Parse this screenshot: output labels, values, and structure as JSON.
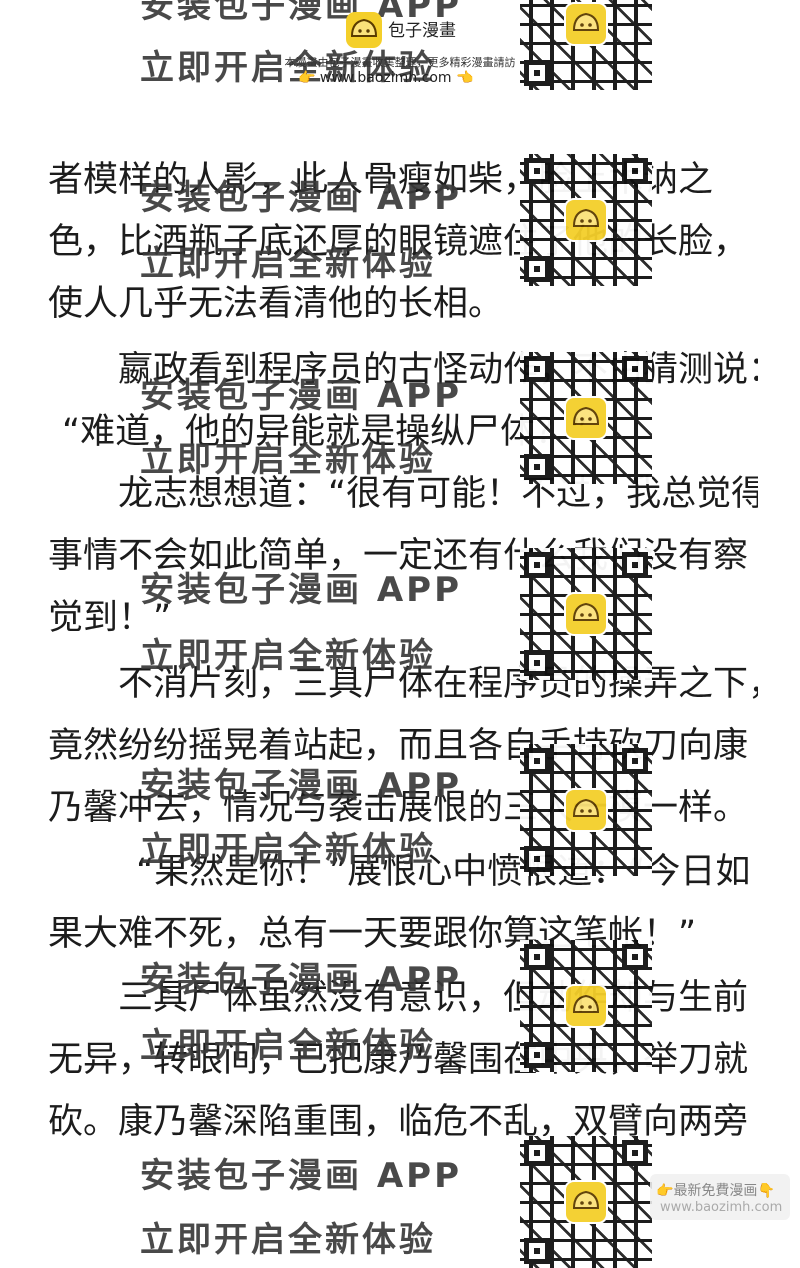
{
  "header": {
    "logo_name": "包子漫畫",
    "tagline": "本漫畫由包子漫畫收集整理，更多精彩漫畫請訪",
    "url": "www.baozimh.com",
    "hand_icon": "pointing-hand-icon"
  },
  "watermark": {
    "line1": "安装包子漫画 APP",
    "line2": "立即开启全新体验"
  },
  "article": {
    "lines": [
      "者模样的人影，此人骨瘦如柴，脸上木讷之",
      "色，比酒瓶子底还厚的眼镜遮住了他的长脸，",
      "使人几乎无法看清他的长相。",
      "嬴政看到程序员的古怪动作，不由猜测说：",
      "“难道，他的异能就是操纵尸体？”",
      "龙志想想道：“很有可能！不过，我总觉得",
      "事情不会如此简单，一定还有什么我们没有察",
      "觉到！”",
      "不消片刻，三具尸体在程序员的操弄之下，",
      "竟然纷纷摇晃着站起，而且各自手持砍刀向康",
      "乃馨冲去，情况与袭击展恨的三人一模一样。",
      "“果然是你！”展恨心中愤恨道：“今日如",
      "果大难不死，总有一天要跟你算这笔帐！”",
      "三具尸体虽然没有意识，但动作却与生前",
      "无异，转眼间，已把康乃馨围在中央，举刀就",
      "砍。康乃馨深陷重围，临危不乱，双臂向两旁"
    ]
  },
  "promo": {
    "text": "最新免費漫画",
    "url": "www.baozimh.com",
    "icon": "pointing-down-hand-icon"
  }
}
